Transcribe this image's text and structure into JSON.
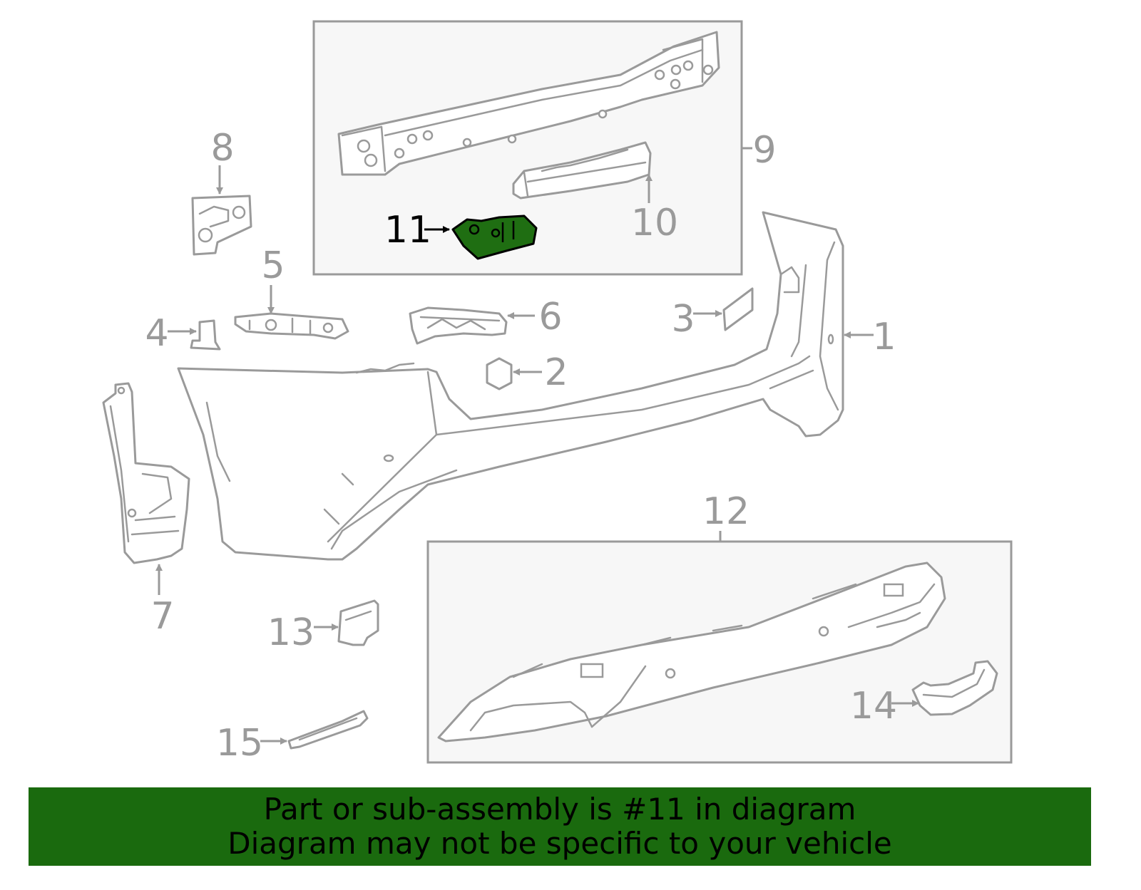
{
  "diagram": {
    "callouts": {
      "c1": "1",
      "c2": "2",
      "c3": "3",
      "c4": "4",
      "c5": "5",
      "c6": "6",
      "c7": "7",
      "c8": "8",
      "c9": "9",
      "c10": "10",
      "c11": "11",
      "c12": "12",
      "c13": "13",
      "c14": "14",
      "c15": "15"
    },
    "highlighted_part": "11",
    "colors": {
      "line_art": "#9a9a9a",
      "highlight_fill": "#1f6e12",
      "banner_background": "#1a6a0e",
      "box_fill": "#f7f7f7"
    }
  },
  "banner": {
    "line1": "Part or sub-assembly is #11 in diagram",
    "line2": "Diagram may not be specific to your vehicle"
  }
}
